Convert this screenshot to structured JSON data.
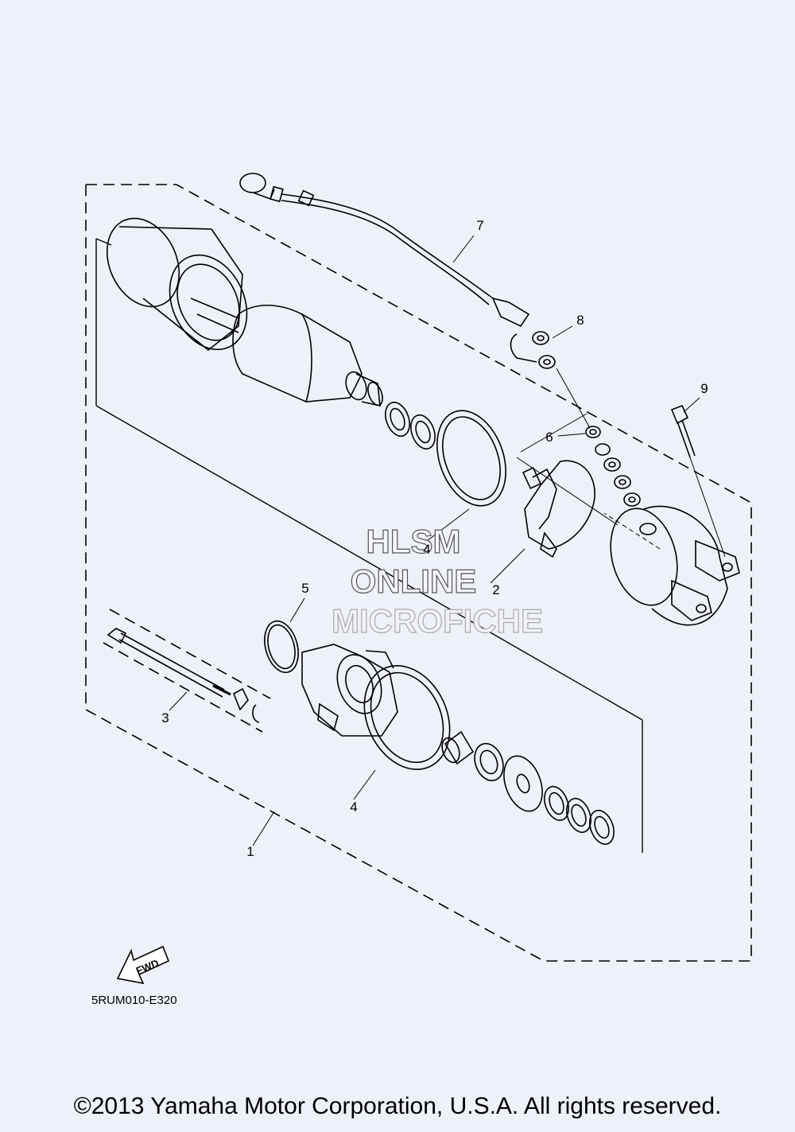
{
  "callouts": [
    {
      "id": "1",
      "label": "1"
    },
    {
      "id": "2",
      "label": "2"
    },
    {
      "id": "3",
      "label": "3"
    },
    {
      "id": "4a",
      "label": "4"
    },
    {
      "id": "4b",
      "label": "4"
    },
    {
      "id": "5",
      "label": "5"
    },
    {
      "id": "6",
      "label": "6"
    },
    {
      "id": "7",
      "label": "7"
    },
    {
      "id": "8",
      "label": "8"
    },
    {
      "id": "9",
      "label": "9"
    }
  ],
  "watermark": {
    "line1": "HLSM",
    "line2": "ONLINE",
    "line3": "MICROFICHE"
  },
  "fwd_label": "FWD",
  "diagram_code": "5RUM010-E320",
  "copyright": "©2013 Yamaha Motor Corporation, U.S.A. All rights reserved."
}
